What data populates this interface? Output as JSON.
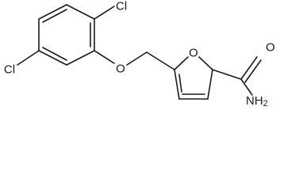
{
  "molecule": {
    "labels": {
      "cl_top": "Cl",
      "cl_left": "Cl",
      "ether_o": "O",
      "ring_o": "O",
      "carbonyl_o": "O",
      "amide_n": "NH",
      "amide_n_sub": "2"
    }
  }
}
